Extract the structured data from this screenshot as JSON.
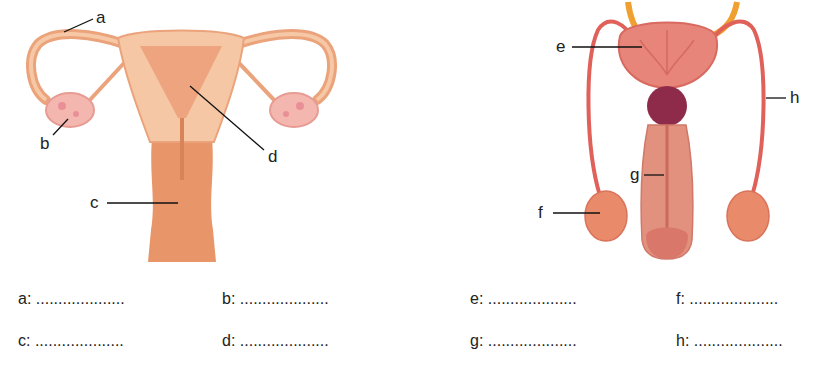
{
  "diagram": {
    "labels": [
      "a",
      "e",
      "h",
      "b",
      "d",
      "g",
      "c",
      "f",
      "a: ....................",
      "b: ....................",
      "e: ....................",
      "f: ....................",
      "c: ....................",
      "d: ....................",
      "g: ....................",
      "h: ...................."
    ]
  }
}
